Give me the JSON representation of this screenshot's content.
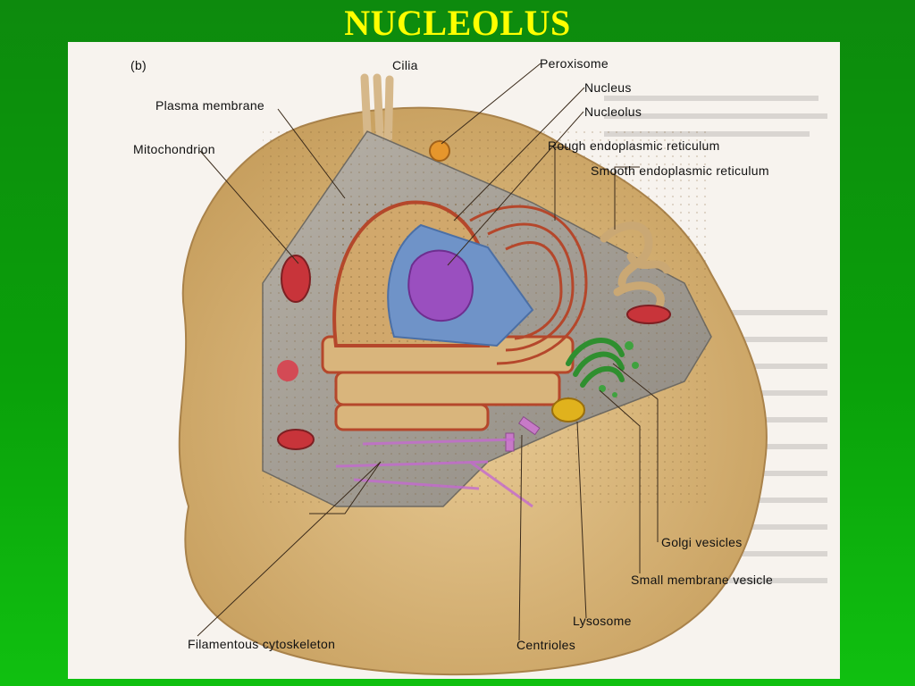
{
  "title": "NUCLEOLUS",
  "figure": {
    "panel_letter": "(b)",
    "labels": {
      "cilia": "Cilia",
      "peroxisome": "Peroxisome",
      "nucleus": "Nucleus",
      "nucleolus": "Nucleolus",
      "plasma_membrane": "Plasma membrane",
      "mitochondrion": "Mitochondrion",
      "rough_er": "Rough endoplasmic reticulum",
      "smooth_er": "Smooth endoplasmic reticulum",
      "golgi_vesicles": "Golgi vesicles",
      "small_membrane_vesicle": "Small membrane vesicle",
      "lysosome": "Lysosome",
      "centrioles": "Centrioles",
      "filamentous_cytoskeleton": "Filamentous cytoskeleton"
    }
  },
  "colors": {
    "background": "#0aa00a",
    "title": "#ffff00",
    "cell_surface": "#d8b67a",
    "cytoplasm": "#a9a39a",
    "nucleus": "#cfa56a",
    "nucleoplasm": "#6f93c8",
    "nucleolus": "#9a4fbf",
    "rough_er": "#b5472b",
    "mitochondrion": "#c8343a",
    "golgi": "#2f8f2f",
    "lysosome": "#e0b21d"
  }
}
